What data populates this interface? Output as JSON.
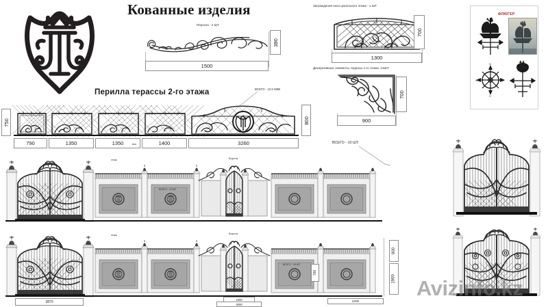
{
  "sheet": {
    "title": "Кованные изделия",
    "watermark": "Avizinfo.kz",
    "logo_name": "kovka-crest-logo"
  },
  "sections": {
    "pergola": {
      "caption": "Пергала - 2 ШТ",
      "width": "1500",
      "height": "380"
    },
    "basement_windows": {
      "caption": "Заграждения окон цокольного этажа - 1 ШТ",
      "width": "1300",
      "height": "700"
    },
    "terrace_decor": {
      "caption": "Декоративные элементы террасы 1-го этажа- 14ШТ.",
      "width": "900",
      "height": "700"
    },
    "weathervane": {
      "caption": "ФЛЮГЕР"
    },
    "terrace_railing": {
      "caption": "Перилла терассы 2-го этажа",
      "total_note": "ВСЕГО - 12.5 МКВ",
      "height_left": "750",
      "height_right": "800",
      "segments": [
        "790",
        "1350",
        "1350",
        "1400",
        "3260"
      ],
      "small_note": "вно"
    },
    "fence_top": {
      "total_note": "ВСЕГО - 10 ШТ.",
      "panel_note": "ВСЕГО - 10 ШТ",
      "label_floor": "этаж",
      "label_gate": "Ворота"
    },
    "fence_bottom": {
      "panel_note": "ВСЕГО - 10 ШТ",
      "label_floor": "этаж",
      "label_gate": "Ворота",
      "gate_width": "3870",
      "mid_dim_1": "1600",
      "mid_dim_2": "3000",
      "span_dim": "2200",
      "height_rail": "900",
      "height_total": "1900",
      "height_panel": "700"
    }
  },
  "colors": {
    "ink": "#1a1a1a",
    "line": "#8d8d8d",
    "accent_red": "#9c1c1c",
    "watermark": "rgba(120,120,120,.58)"
  }
}
